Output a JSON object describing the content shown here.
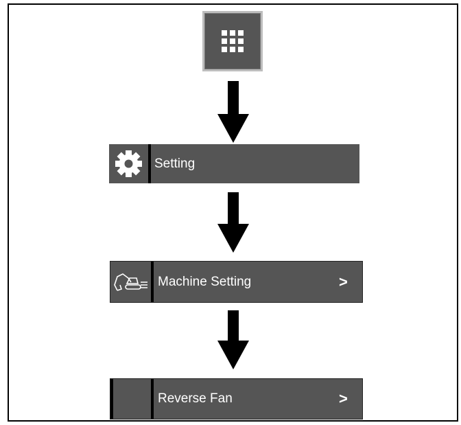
{
  "menu_button": {
    "icon": "grid-menu-icon"
  },
  "setting_row": {
    "icon": "gear-icon",
    "label": "Setting"
  },
  "machine_setting_row": {
    "icon": "excavator-icon",
    "label": "Machine Setting",
    "chevron": ">"
  },
  "reverse_fan_row": {
    "label": "Reverse Fan",
    "chevron": ">"
  },
  "colors": {
    "bar": "#555555",
    "divider": "#000000",
    "text": "#ffffff",
    "arrow": "#000000"
  }
}
